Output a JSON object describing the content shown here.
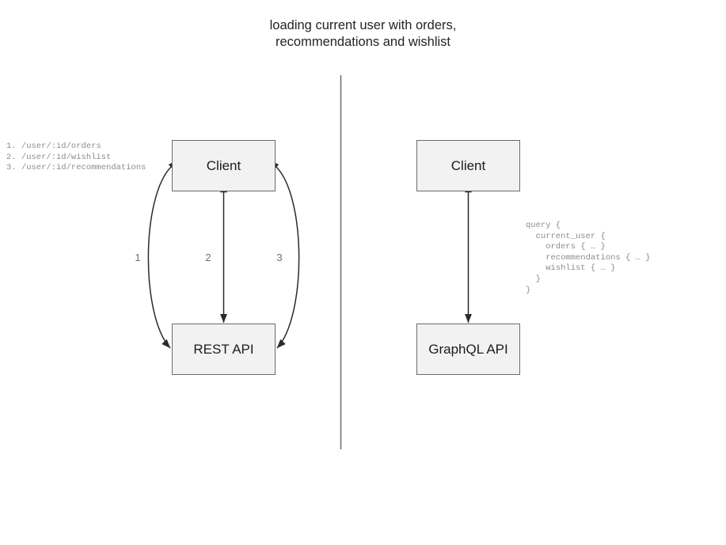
{
  "title": "loading current user with orders,\nrecommendations and wishlist",
  "divider": {
    "name": "vertical-divider",
    "color": "#6b6b6b"
  },
  "rest_side": {
    "client_label": "Client",
    "api_label": "REST API",
    "endpoints": "1. /user/:id/orders\n2. /user/:id/wishlist\n3. /user/:id/recommendations",
    "edges": [
      {
        "label": "1",
        "shape": "arc-left",
        "direction": "bidirectional"
      },
      {
        "label": "2",
        "shape": "straight",
        "direction": "bidirectional"
      },
      {
        "label": "3",
        "shape": "arc-right",
        "direction": "bidirectional"
      }
    ]
  },
  "graphql_side": {
    "client_label": "Client",
    "api_label": "GraphQL API",
    "query": "query {\n  current_user {\n    orders { … }\n    recommendations { … }\n    wishlist { … }\n  }\n}",
    "edges": [
      {
        "label": "",
        "shape": "straight",
        "direction": "bidirectional"
      }
    ]
  },
  "colors": {
    "box_fill": "#f2f2f2",
    "box_stroke": "#6b6b6b",
    "connector": "#2b2b2b",
    "code_text": "#8c8c8c",
    "title_text": "#242424",
    "edge_label_text": "#6e6e6e"
  }
}
